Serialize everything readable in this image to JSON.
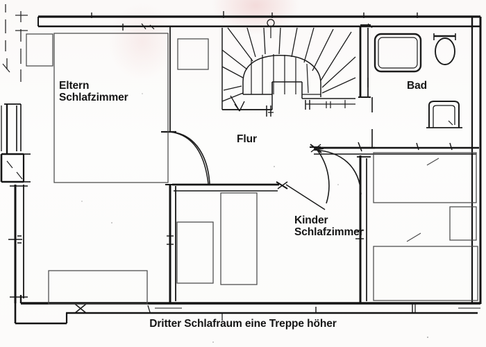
{
  "document": {
    "type": "architectural-floor-plan",
    "language": "de",
    "title_caption": "Dritter Schlafraum eine Treppe höher"
  },
  "colors": {
    "paper": "#fdfcfc",
    "ink": "#141414",
    "furniture_ink": "#3a3a3a",
    "tint": "#e29696"
  },
  "rooms": [
    {
      "id": "eltern",
      "label": "Eltern\nSchlafzimmer",
      "line1": "Eltern",
      "line2": "Schlafzimmer"
    },
    {
      "id": "flur",
      "label": "Flur",
      "line1": "Flur",
      "line2": ""
    },
    {
      "id": "bad",
      "label": "Bad",
      "line1": "Bad",
      "line2": ""
    },
    {
      "id": "kinder",
      "label": "Kinder\nSchlafzimmer",
      "line1": "Kinder",
      "line2": "Schlafzimmer"
    }
  ],
  "labels": {
    "eltern_schlafzimmer": "Eltern\nSchlafzimmer",
    "flur": "Flur",
    "bad": "Bad",
    "kinder_schlafzimmer": "Kinder\nSchlafzimmer",
    "bottom_caption": "Dritter Schlafraum eine Treppe höher"
  },
  "fixtures": [
    {
      "name": "shower-tray",
      "room": "bad"
    },
    {
      "name": "toilet",
      "room": "bad"
    },
    {
      "name": "washbasin",
      "room": "bad"
    },
    {
      "name": "staircase-winder",
      "room": "flur"
    }
  ],
  "features": {
    "staircase": "winder-staircase-with-up-arrow",
    "doors": [
      "eltern-schlafzimmer-door",
      "bad-door",
      "kinder-schlafzimmer-door"
    ],
    "windows": [
      "north-wall-window",
      "west-wall-window",
      "south-wall-window"
    ]
  }
}
